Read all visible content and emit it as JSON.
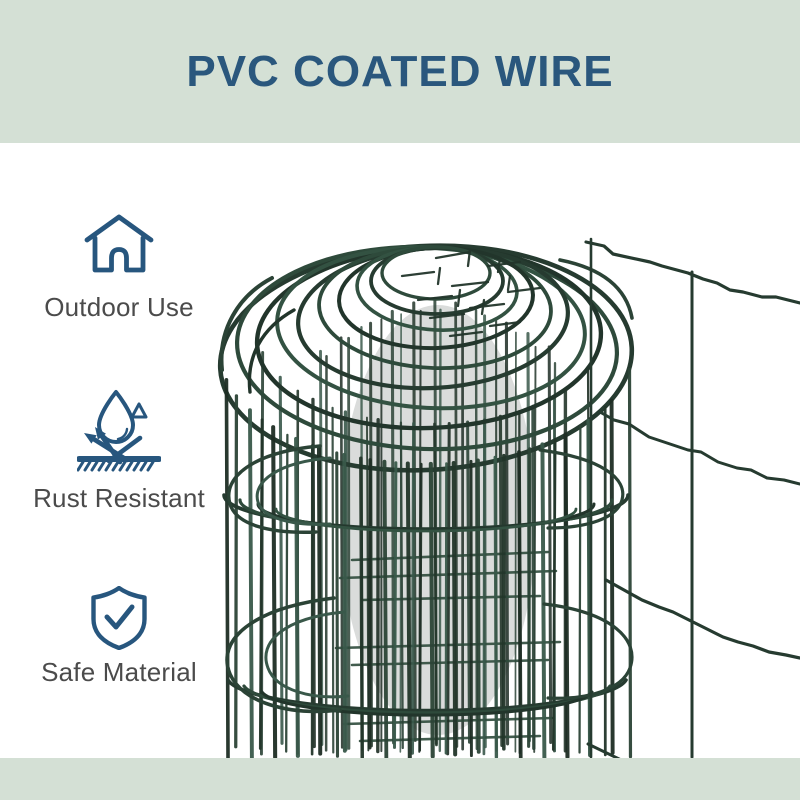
{
  "banner": {
    "title": "PVC COATED WIRE"
  },
  "features": [
    {
      "icon": "house-icon",
      "label": "Outdoor Use"
    },
    {
      "icon": "water-droplet-icon",
      "label": "Rust Resistant"
    },
    {
      "icon": "shield-check-icon",
      "label": "Safe Material"
    }
  ],
  "colors": {
    "banner_bg": "#d4e0d5",
    "title_text": "#2a577d",
    "icon_stroke": "#27567e",
    "label_text": "#4b4b4b",
    "wire_green_dark": "#1d2d24",
    "wire_green": "#2b4336",
    "wire_green_light": "#39584a"
  }
}
